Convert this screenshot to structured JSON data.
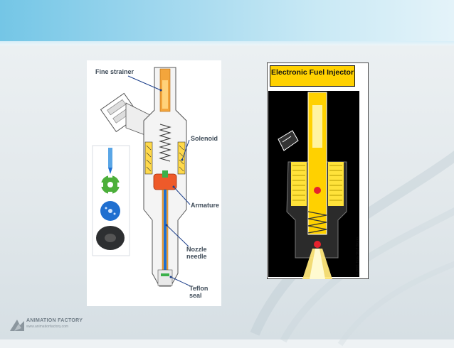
{
  "left_diagram": {
    "labels": {
      "fine_strainer": "Fine strainer",
      "solenoid": "Solenoid",
      "armature": "Armature",
      "nozzle_needle": "Nozzle\nneedle",
      "teflon_seal": "Teflon\nseal"
    }
  },
  "right_diagram": {
    "title": "Electronic Fuel Injector",
    "copyright": "© 2001 How Stuff Works"
  },
  "footer": {
    "logo_name": "ANIMATION FACTORY",
    "logo_url": "www.animationfactory.com"
  },
  "colors": {
    "banner": "#8ecfec",
    "injector_yellow": "#ffd100",
    "orange": "#f08a1a",
    "blue": "#1e6fd1",
    "green": "#4caf3a"
  }
}
